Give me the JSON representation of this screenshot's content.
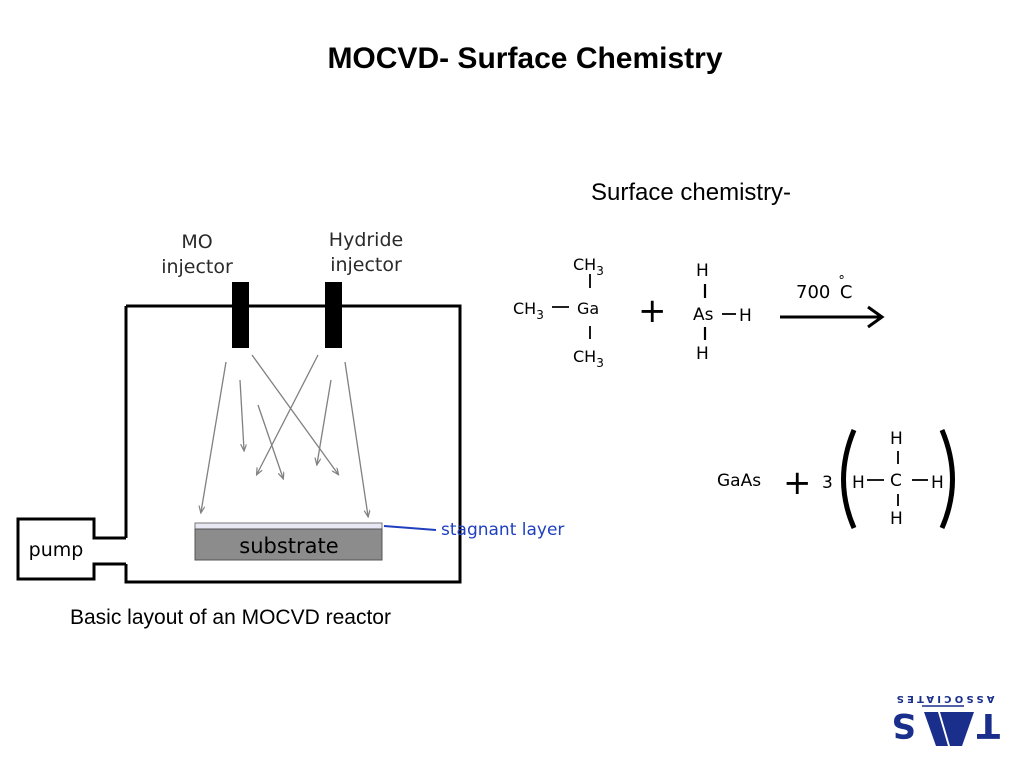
{
  "slide": {
    "title": "MOCVD- Surface Chemistry",
    "surface_heading": "Surface chemistry-",
    "caption": "Basic layout of an MOCVD reactor"
  },
  "reactor": {
    "mo_injector_line1": "MO",
    "mo_injector_line2": "injector",
    "hydride_injector_line1": "Hydride",
    "hydride_injector_line2": "injector",
    "pump": "pump",
    "substrate": "substrate",
    "stagnant_layer": "stagnant layer",
    "colors": {
      "substrate_fill": "#8c8c8c",
      "stagnant_line": "#1f3fbf",
      "arrows": "#808080"
    }
  },
  "reaction": {
    "tmg_top": "CH",
    "tmg_top_sub": "3",
    "tmg_left": "CH",
    "tmg_left_sub": "3",
    "tmg_center": "Ga",
    "tmg_bottom": "CH",
    "tmg_bottom_sub": "3",
    "plus1": "+",
    "arsine_top": "H",
    "arsine_center": "As",
    "arsine_right": "H",
    "arsine_bottom": "H",
    "temperature": "700",
    "degree": "°",
    "celsius": "C",
    "product1": "GaAs",
    "plus2": "+",
    "coefficient": "3",
    "methane_top": "H",
    "methane_left": "H",
    "methane_center": "C",
    "methane_right": "H",
    "methane_bottom": "H"
  },
  "logo": {
    "top_text": "ASSOCIATES",
    "letter_left": "S",
    "letter_right": "T",
    "colors": {
      "logo_blue": "#1a2f8c"
    }
  }
}
